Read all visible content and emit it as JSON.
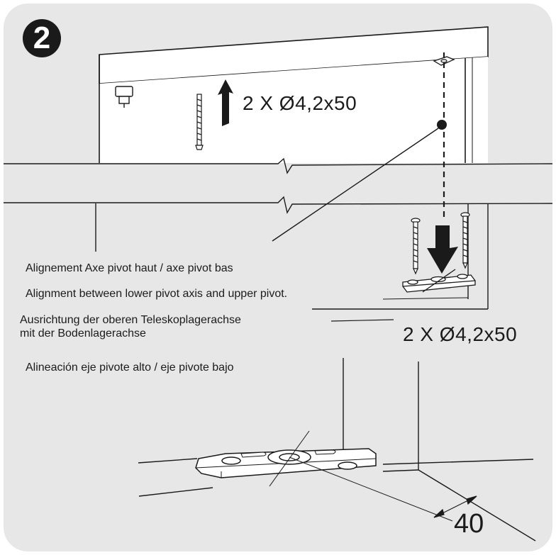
{
  "step_number": "2",
  "screws_top": "2 X  Ø4,2x50",
  "screws_bottom": "2 X  Ø4,2x50",
  "captions": {
    "fr": "Alignement Axe pivot haut / axe pivot bas",
    "en": "Alignment between lower pivot axis and upper pivot.",
    "de_line1": "Ausrichtung der oberen Teleskoplagerachse",
    "de_line2": "mit der Bodenlagerachse",
    "es": "Alineación eje pivote alto / eje pivote bajo"
  },
  "dimension_value": "40",
  "colors": {
    "panel": "#e7e7e8",
    "line": "#1a1a1a",
    "wall": "#ffffff"
  }
}
